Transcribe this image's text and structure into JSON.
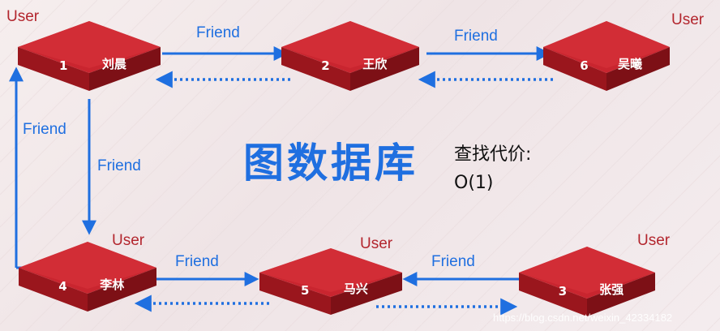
{
  "title": "图数据库",
  "cost_label": "查找代价:",
  "cost_value": "O(1)",
  "watermark": "https://blog.csdn.net/weixin_42334182",
  "colors": {
    "node": "#c9252f",
    "edge": "#1f6fe0",
    "user_label": "#b3262e"
  },
  "nodes": [
    {
      "id": "1",
      "name": "刘晨",
      "tag": "User"
    },
    {
      "id": "2",
      "name": "王欣",
      "tag": ""
    },
    {
      "id": "6",
      "name": "吴曦",
      "tag": "User"
    },
    {
      "id": "4",
      "name": "李林",
      "tag": "User"
    },
    {
      "id": "5",
      "name": "马兴",
      "tag": "User"
    },
    {
      "id": "3",
      "name": "张强",
      "tag": "User"
    }
  ],
  "edges": [
    {
      "from": "1",
      "to": "2",
      "label": "Friend"
    },
    {
      "from": "2",
      "to": "6",
      "label": "Friend"
    },
    {
      "from": "4",
      "to": "1",
      "label": "Friend"
    },
    {
      "from": "1",
      "to": "4",
      "label": "Friend"
    },
    {
      "from": "4",
      "to": "5",
      "label": "Friend"
    },
    {
      "from": "3",
      "to": "5",
      "label": "Friend"
    }
  ]
}
